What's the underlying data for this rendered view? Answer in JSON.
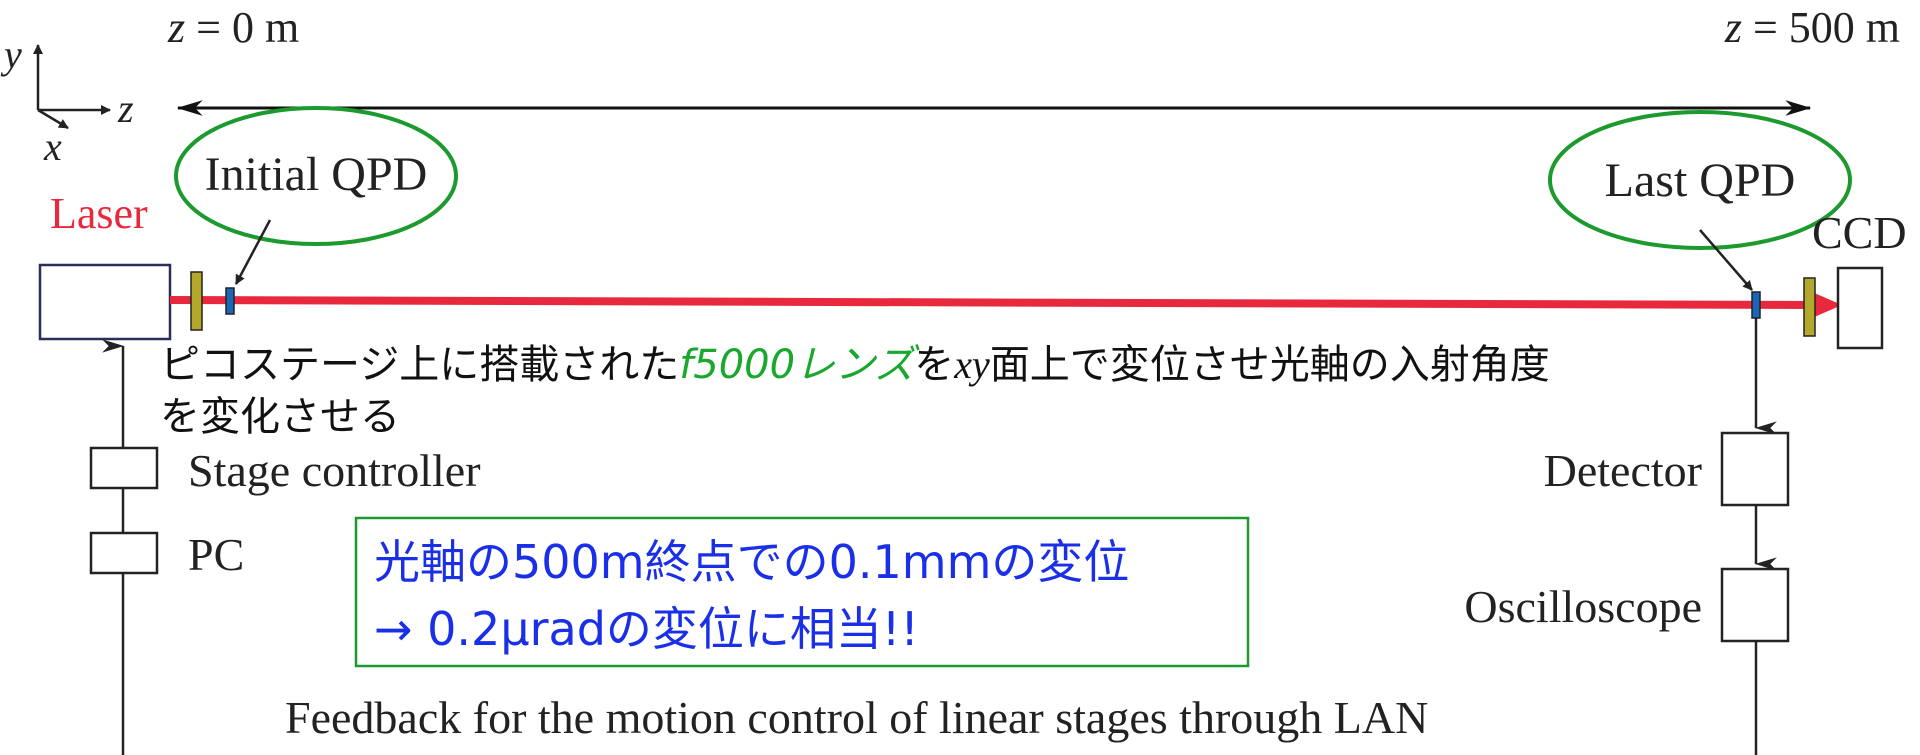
{
  "axes_label": {
    "y": "y",
    "z": "z",
    "x": "x"
  },
  "distance": {
    "start": {
      "var": "z",
      "text": " = 0 m"
    },
    "end": {
      "var": "z",
      "text": " = 500 m"
    }
  },
  "initial_qpd": "Initial QPD",
  "last_qpd": "Last QPD",
  "laser": "Laser",
  "ccd": "CCD",
  "note": {
    "part1": "ピコステージ上に搭載された",
    "lens": "f5000レンズ",
    "part2": "を",
    "xy": "xy",
    "part3": "面上で変位させ光軸の入射角度",
    "line2": "を変化させる"
  },
  "stage_controller": "Stage controller",
  "pc": "PC",
  "detector": "Detector",
  "oscilloscope": "Oscilloscope",
  "callout": {
    "line1": "光軸の500m終点での0.1mmの変位",
    "line2": "→ 0.2μradの変位に相当!!"
  },
  "feedback": "Feedback for the motion control of linear stages through LAN",
  "colors": {
    "laser_beam": "#e8293d",
    "ellipse": "#1c9a2e",
    "callout_text": "#1a2fe8",
    "lens_green": "#18a82c",
    "filter": "#b3a82c",
    "qpd": "#1a66b8"
  }
}
